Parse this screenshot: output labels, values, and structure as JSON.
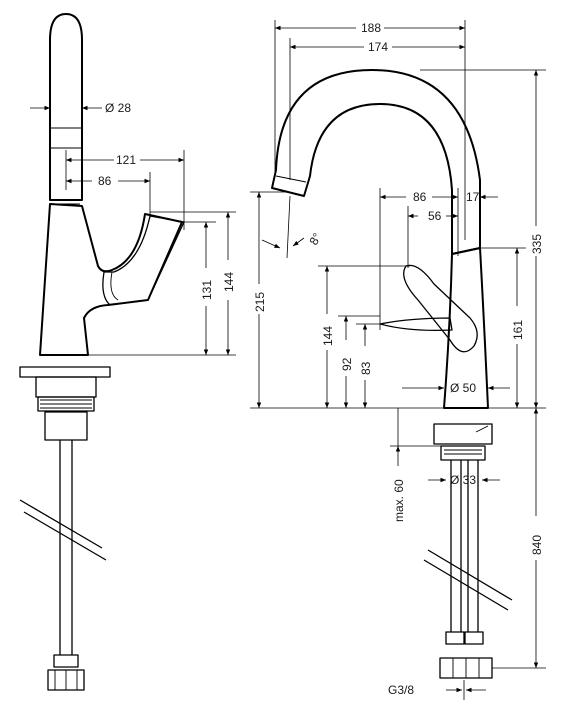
{
  "dimensions": {
    "left_diameter": "Ø 28",
    "left_121": "121",
    "left_86": "86",
    "left_131": "131",
    "left_144": "144",
    "top_188": "188",
    "top_174": "174",
    "right_335": "335",
    "right_215": "215",
    "angle_8": "8°",
    "mid_86": "86",
    "mid_17": "17",
    "mid_56": "56",
    "mid_144": "144",
    "mid_92": "92",
    "mid_83": "83",
    "right_161": "161",
    "base_diameter": "Ø 50",
    "max_60": "max. 60",
    "hole_diameter": "Ø 33",
    "right_840": "840",
    "thread": "G3/8"
  }
}
